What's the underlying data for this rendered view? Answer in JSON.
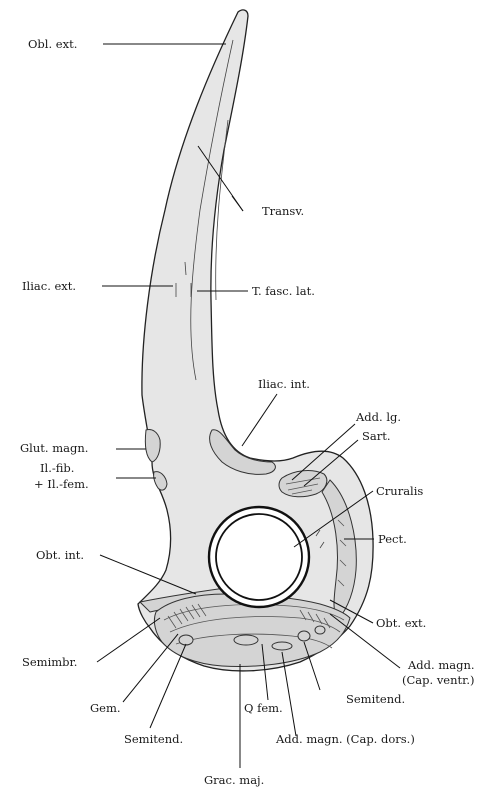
{
  "labels": {
    "obl_ext": "Obl. ext.",
    "transv": "Transv.",
    "iliac_ext": "Iliac. ext.",
    "t_fasc_lat": "T. fasc. lat.",
    "iliac_int": "Iliac. int.",
    "add_lg": "Add. lg.",
    "sart": "Sart.",
    "glut_magn": "Glut. magn.",
    "il_fib": "Il.-fib.",
    "il_fem": "+ Il.-fem.",
    "cruralis": "Cruralis",
    "pect": "Pect.",
    "obt_int": "Obt. int.",
    "obt_ext": "Obt. ext.",
    "semimbr": "Semimbr.",
    "add_magn_ventr_1": "Add. magn.",
    "add_magn_ventr_2": "(Cap. ventr.)",
    "gem": "Gem.",
    "q_fem": "Q fem.",
    "semitend_right": "Semitend.",
    "semitend_left": "Semitend.",
    "add_magn_dors": "Add. magn. (Cap. dors.)",
    "grac_maj": "Grac. maj."
  }
}
